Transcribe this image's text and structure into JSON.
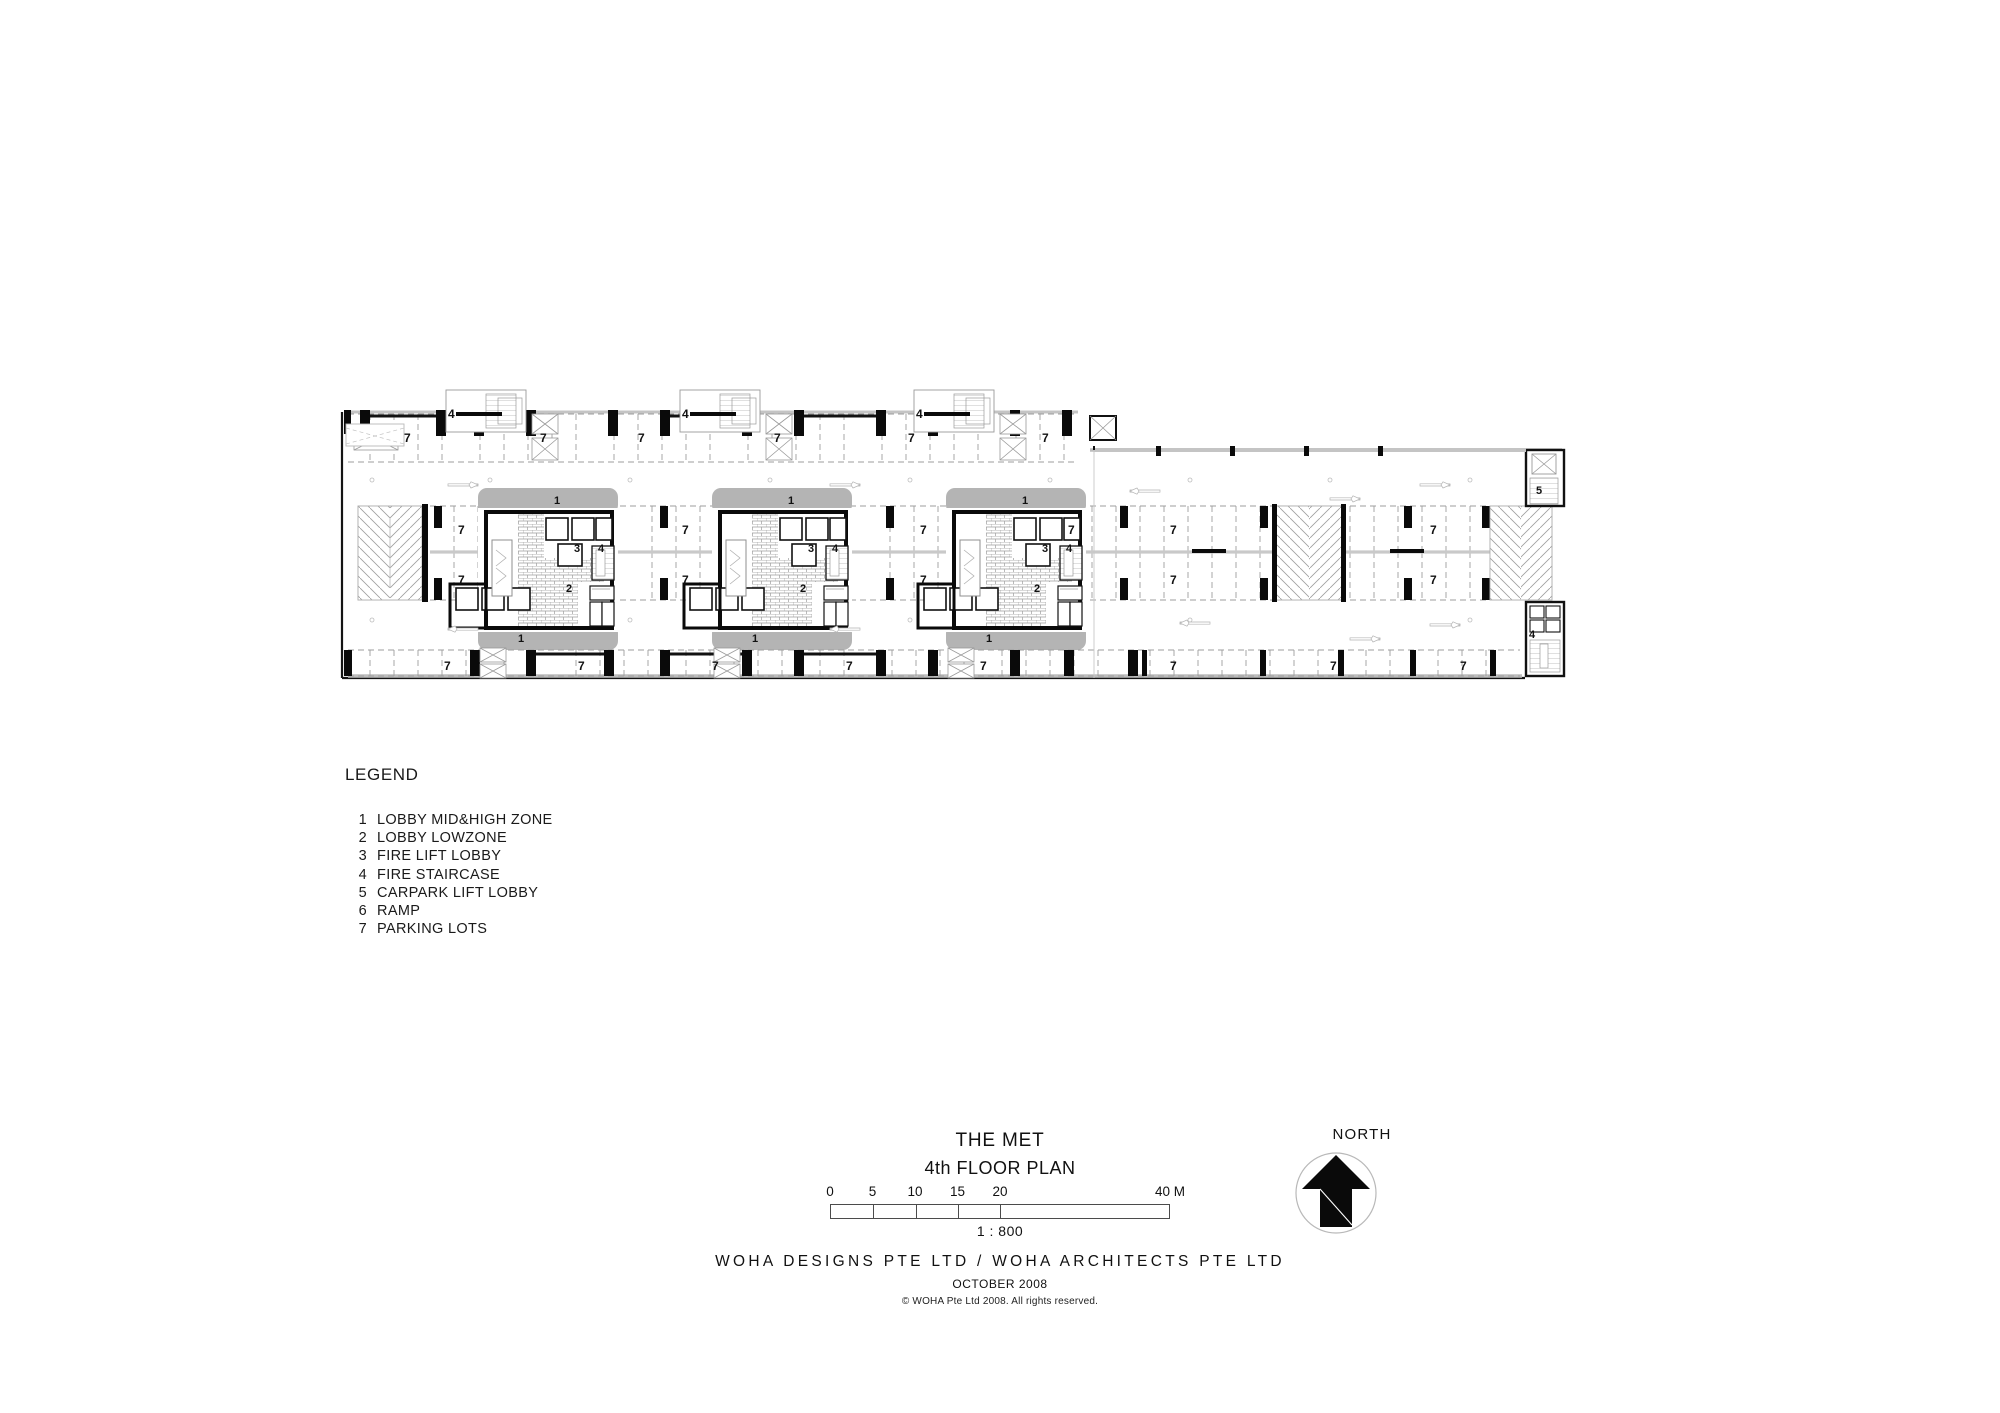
{
  "legend": {
    "heading": "LEGEND",
    "items": [
      {
        "num": "1",
        "label": "LOBBY MID&HIGH ZONE"
      },
      {
        "num": "2",
        "label": "LOBBY LOWZONE"
      },
      {
        "num": "3",
        "label": "FIRE LIFT LOBBY"
      },
      {
        "num": "4",
        "label": "FIRE STAIRCASE"
      },
      {
        "num": "5",
        "label": "CARPARK LIFT LOBBY"
      },
      {
        "num": "6",
        "label": "RAMP"
      },
      {
        "num": "7",
        "label": "PARKING LOTS"
      }
    ]
  },
  "title_block": {
    "project": "THE MET",
    "sheet": "4th FLOOR PLAN",
    "scale_ratio": "1 : 800",
    "firm": "WOHA  DESIGNS  PTE  LTD  /  WOHA  ARCHITECTS  PTE  LTD",
    "date": "OCTOBER 2008",
    "rights": "© WOHA Pte Ltd  2008.  All rights reserved."
  },
  "scale_bar": {
    "unit_suffix": "40 M",
    "ticks": [
      {
        "label": "0",
        "pct": 0
      },
      {
        "label": "5",
        "pct": 12.5
      },
      {
        "label": "10",
        "pct": 25
      },
      {
        "label": "15",
        "pct": 37.5
      },
      {
        "label": "20",
        "pct": 50
      },
      {
        "label": "40 M",
        "pct": 100
      }
    ],
    "divisions_pct": [
      12.5,
      25,
      37.5,
      50
    ]
  },
  "north_arrow": {
    "label": "NORTH"
  },
  "plan": {
    "room_tags": {
      "lobby_mid_high": "1",
      "lobby_low": "2",
      "fire_lift_lobby": "3",
      "fire_staircase": "4",
      "carpark_lift_lobby": "5",
      "parking": "7"
    },
    "core_towers": [
      {
        "name": "west-core",
        "tags": [
          "1",
          "1",
          "2",
          "3",
          "4"
        ]
      },
      {
        "name": "center-core",
        "tags": [
          "1",
          "1",
          "2",
          "3",
          "4"
        ]
      },
      {
        "name": "east-core",
        "tags": [
          "1",
          "1",
          "2",
          "3",
          "4"
        ]
      }
    ],
    "parking_label_count": 24,
    "stair_tower_tags": [
      "4",
      "4",
      "4"
    ],
    "annex_tags": [
      "5",
      "4"
    ]
  },
  "colors": {
    "ink": "#111111",
    "wall_solid": "#000000",
    "wall_grey": "#c9c9c9",
    "core_shade": "#b0b0b0",
    "hatch_line": "#8c8c8c",
    "dash_line": "#9a9a9a",
    "paper": "#ffffff"
  }
}
